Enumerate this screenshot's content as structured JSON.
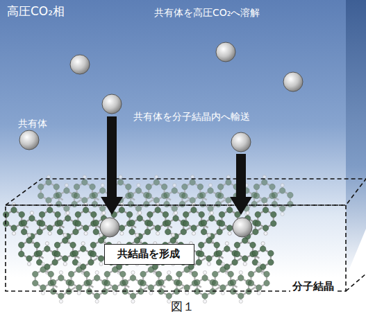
{
  "diagram": {
    "caption": "図１",
    "nodes": [
      {
        "text": [
          "高圧CO₂相"
        ]
      },
      {
        "text": [
          "分子結晶"
        ]
      },
      {
        "text": [
          "共結晶を形成"
        ],
        "in": 1
      }
    ],
    "labels": [
      "共有体を高圧CO₂へ溶解",
      "共有体",
      "共有体を分子結晶内へ輸送"
    ]
  }
}
